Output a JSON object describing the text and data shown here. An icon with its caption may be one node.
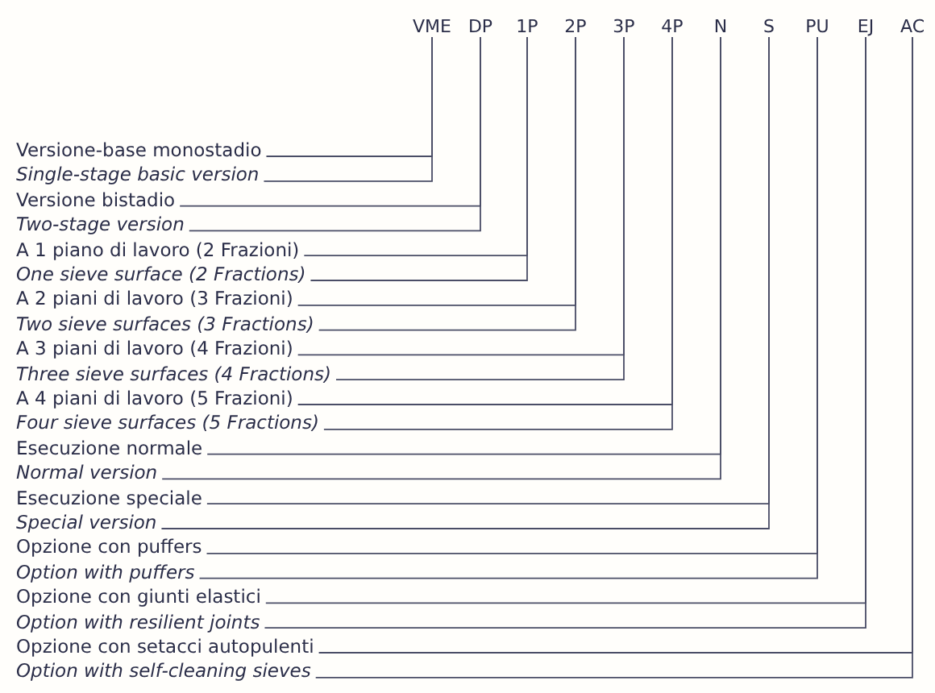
{
  "diagram": {
    "nodes": [
      {
        "text": [
          "VME"
        ]
      },
      {
        "text": [
          "DP"
        ]
      },
      {
        "text": [
          "1P"
        ]
      },
      {
        "text": [
          "2P"
        ]
      },
      {
        "text": [
          "3P"
        ]
      },
      {
        "text": [
          "4P"
        ]
      },
      {
        "text": [
          "N"
        ]
      },
      {
        "text": [
          "S"
        ]
      },
      {
        "text": [
          "PU"
        ]
      },
      {
        "text": [
          "EJ"
        ]
      },
      {
        "text": [
          "AC"
        ]
      },
      {
        "text": [
          "Versione-base monostadio"
        ]
      },
      {
        "text": [
          "Single-stage basic version"
        ]
      },
      {
        "text": [
          "Versione bistadio"
        ]
      },
      {
        "text": [
          "Two-stage version"
        ]
      },
      {
        "text": [
          "A 1 piano di lavoro (2 Frazioni)"
        ]
      },
      {
        "text": [
          "One sieve surface (2 Fractions)"
        ]
      },
      {
        "text": [
          "A 2 piani di lavoro (3 Frazioni)"
        ]
      },
      {
        "text": [
          "Two sieve surfaces (3 Fractions)"
        ]
      },
      {
        "text": [
          "A 3 piani di lavoro (4 Frazioni)"
        ]
      },
      {
        "text": [
          "Three sieve surfaces (4 Fractions)"
        ]
      },
      {
        "text": [
          "A 4 piani di lavoro (5 Frazioni)"
        ]
      },
      {
        "text": [
          "Four sieve surfaces (5 Fractions)"
        ]
      },
      {
        "text": [
          "Esecuzione normale"
        ]
      },
      {
        "text": [
          "Normal version"
        ]
      },
      {
        "text": [
          "Esecuzione speciale"
        ]
      },
      {
        "text": [
          "Special version"
        ]
      },
      {
        "text": [
          "Opzione con puffers"
        ]
      },
      {
        "text": [
          "Option with puffers"
        ]
      },
      {
        "text": [
          "Opzione con giunti elastici"
        ]
      },
      {
        "text": [
          "Option with resilient joints"
        ]
      },
      {
        "text": [
          "Opzione con setacci autopulenti"
        ]
      },
      {
        "text": [
          "Option with self-cleaning sieves"
        ]
      }
    ],
    "edges": [
      {
        "from": 11,
        "to": 0,
        "arrow": "none"
      },
      {
        "from": 12,
        "to": 0,
        "arrow": "none"
      },
      {
        "from": 13,
        "to": 1,
        "arrow": "none"
      },
      {
        "from": 14,
        "to": 1,
        "arrow": "none"
      },
      {
        "from": 15,
        "to": 2,
        "arrow": "none"
      },
      {
        "from": 16,
        "to": 2,
        "arrow": "none"
      },
      {
        "from": 17,
        "to": 3,
        "arrow": "none"
      },
      {
        "from": 18,
        "to": 3,
        "arrow": "none"
      },
      {
        "from": 19,
        "to": 4,
        "arrow": "none"
      },
      {
        "from": 20,
        "to": 4,
        "arrow": "none"
      },
      {
        "from": 21,
        "to": 5,
        "arrow": "none"
      },
      {
        "from": 22,
        "to": 5,
        "arrow": "none"
      },
      {
        "from": 23,
        "to": 6,
        "arrow": "none"
      },
      {
        "from": 24,
        "to": 6,
        "arrow": "none"
      },
      {
        "from": 25,
        "to": 7,
        "arrow": "none"
      },
      {
        "from": 26,
        "to": 7,
        "arrow": "none"
      },
      {
        "from": 27,
        "to": 8,
        "arrow": "none"
      },
      {
        "from": 28,
        "to": 8,
        "arrow": "none"
      },
      {
        "from": 29,
        "to": 9,
        "arrow": "none"
      },
      {
        "from": 30,
        "to": 9,
        "arrow": "none"
      },
      {
        "from": 31,
        "to": 10,
        "arrow": "none"
      },
      {
        "from": 32,
        "to": 10,
        "arrow": "none"
      }
    ]
  }
}
